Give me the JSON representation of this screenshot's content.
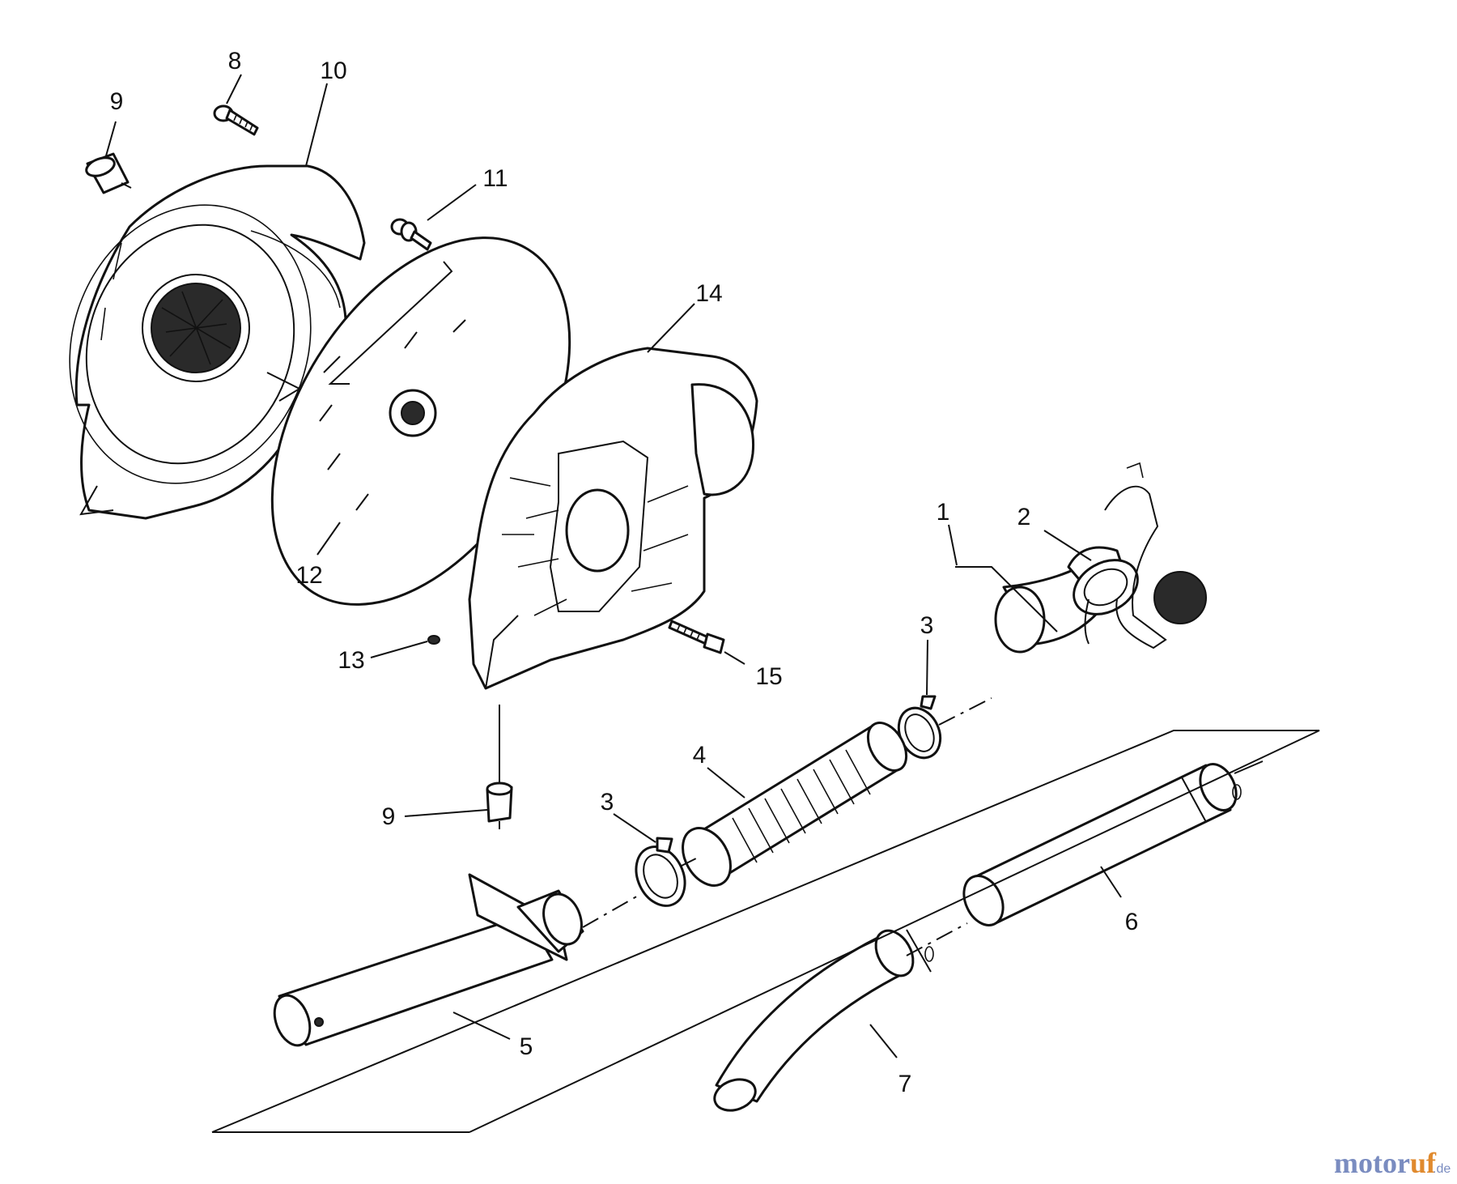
{
  "diagram": {
    "callouts": [
      {
        "id": "c8",
        "label": "8"
      },
      {
        "id": "c9a",
        "label": "9"
      },
      {
        "id": "c10",
        "label": "10"
      },
      {
        "id": "c11",
        "label": "11"
      },
      {
        "id": "c12",
        "label": "12"
      },
      {
        "id": "c13",
        "label": "13"
      },
      {
        "id": "c14",
        "label": "14"
      },
      {
        "id": "c15",
        "label": "15"
      },
      {
        "id": "c1",
        "label": "1"
      },
      {
        "id": "c2",
        "label": "2"
      },
      {
        "id": "c3a",
        "label": "3"
      },
      {
        "id": "c4",
        "label": "4"
      },
      {
        "id": "c3b",
        "label": "3"
      },
      {
        "id": "c9b",
        "label": "9"
      },
      {
        "id": "c5",
        "label": "5"
      },
      {
        "id": "c6",
        "label": "6"
      },
      {
        "id": "c7",
        "label": "7"
      }
    ],
    "watermark": {
      "brand_a": "motor",
      "brand_b": "uf",
      "tld": ".de",
      "color_a": "#7a8cc0",
      "color_b": "#e08a2e"
    }
  }
}
